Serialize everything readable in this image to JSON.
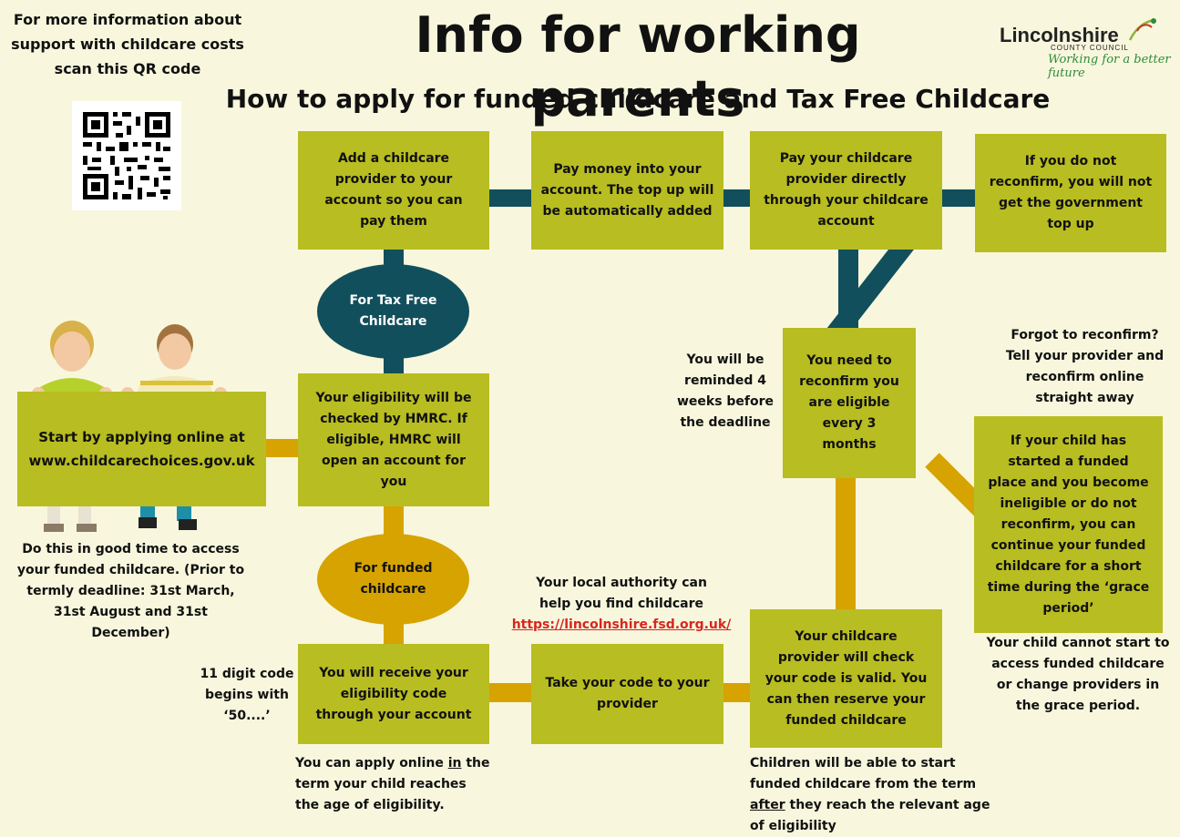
{
  "header": {
    "title": "Info for working parents",
    "subtitle": "How to apply for funded childcare and Tax Free Childcare"
  },
  "qr": {
    "caption_lines": [
      "For more information about",
      "support with childcare costs",
      "scan this QR code"
    ]
  },
  "logo": {
    "name": "Lincolnshire",
    "sub": "COUNTY COUNCIL",
    "tagline": "Working for a better future"
  },
  "boxes": {
    "start": "Start by applying online at www.childcarechoices.gov.uk",
    "eligibility": "Your eligibility will be checked by HMRC. If eligible, HMRC will open an account for you",
    "add_provider": "Add a childcare provider to your account so you can pay them",
    "pay_money": "Pay money into your account. The top up will be automatically added",
    "pay_provider": "Pay your childcare provider directly through your childcare account",
    "no_reconfirm": "If you do not reconfirm, you will not get the government top up",
    "reconfirm": "You need to reconfirm you are eligible every 3 months",
    "grace": "If your child has started a funded place and you become ineligible or do not reconfirm, you can continue your funded childcare for a short time during the  ‘grace period’",
    "receive_code": "You will receive your eligibility code through your account",
    "take_code": "Take your code to your provider",
    "provider_check": "Your childcare provider will check your code is valid. You can then reserve your funded childcare"
  },
  "ovals": {
    "tax_free": "For Tax Free Childcare",
    "funded": "For funded childcare"
  },
  "notes": {
    "good_time": "Do this in good time to access your funded childcare. (Prior to termly deadline: 31st March, 31st August and 31st December)",
    "reminded": "You will be reminded 4 weeks before the deadline",
    "forgot": "Forgot to reconfirm? Tell your provider and reconfirm online straight away",
    "cannot_start": "Your child cannot start to access funded childcare or change providers in the grace period.",
    "local_authority": "Your local authority can help you find childcare",
    "local_authority_link": "https://lincolnshire.fsd.org.uk/",
    "digit_code": "11 digit code begins with ‘50....’",
    "apply_online_pre": "You can apply online ",
    "apply_online_u": "in",
    "apply_online_post": " the term your child reaches the age of eligibility.",
    "children_start_pre": "Children will be able to start funded childcare from the term ",
    "children_start_u": "after",
    "children_start_post": " they reach the relevant age of eligibility"
  },
  "colors": {
    "background": "#f8f7dd",
    "box": "#b8bd21",
    "teal": "#124f5c",
    "gold": "#d7a300",
    "link": "#d9251d"
  }
}
